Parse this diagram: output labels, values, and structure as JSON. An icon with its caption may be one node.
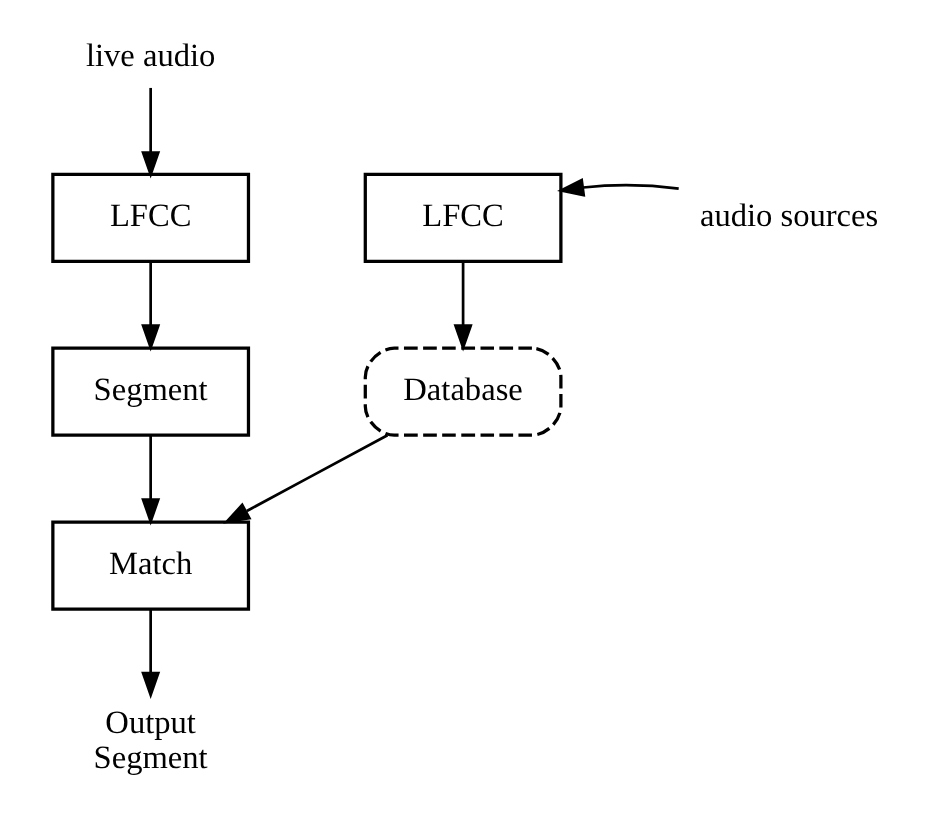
{
  "diagram": {
    "nodes": [
      {
        "text": [
          "live audio"
        ]
      },
      {
        "text": [
          "LFCC"
        ]
      },
      {
        "text": [
          "Segment"
        ]
      },
      {
        "text": [
          "Match"
        ]
      },
      {
        "text": [
          "Output Segment"
        ]
      },
      {
        "text": [
          "LFCC"
        ]
      },
      {
        "text": [
          "audio sources"
        ]
      },
      {
        "text": [
          "Database"
        ]
      }
    ],
    "edges": [
      {
        "from": 0,
        "to": 1,
        "arrow": "to"
      },
      {
        "from": 1,
        "to": 2,
        "arrow": "to"
      },
      {
        "from": 2,
        "to": 3,
        "arrow": "to"
      },
      {
        "from": 3,
        "to": 4,
        "arrow": "to"
      },
      {
        "from": 6,
        "to": 5,
        "arrow": "to"
      },
      {
        "from": 5,
        "to": 7,
        "arrow": "to"
      },
      {
        "from": 7,
        "to": 3,
        "arrow": "to"
      }
    ]
  }
}
